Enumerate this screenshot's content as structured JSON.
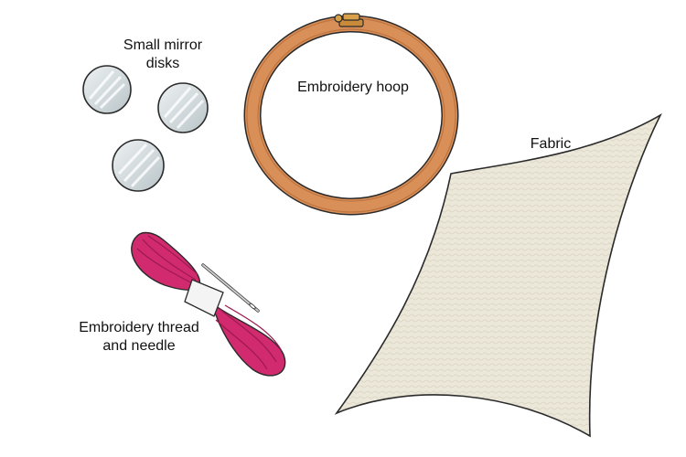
{
  "labels": {
    "mirror_disks": [
      "Small mirror",
      "disks"
    ],
    "hoop": "Embroidery hoop",
    "fabric": "Fabric",
    "thread_needle": [
      "Embroidery thread",
      "and needle"
    ]
  },
  "colors": {
    "outline": "#2a2a2a",
    "hoop_wood": "#d98f58",
    "hoop_wood_dark": "#b86d3a",
    "hoop_hardware": "#c98a3a",
    "mirror_fill": "#d7dfe2",
    "mirror_streak": "#f6f9fa",
    "fabric_fill": "#ece8d9",
    "fabric_texture": "#dcd6c4",
    "thread": "#d22a6e",
    "thread_dark": "#9c1a4f",
    "needle": "#c8c8c8"
  },
  "icons": {
    "mirror": "mirror-disk-icon",
    "hoop": "embroidery-hoop-icon",
    "fabric": "fabric-sheet-icon",
    "thread": "thread-skein-icon",
    "needle": "needle-icon"
  }
}
